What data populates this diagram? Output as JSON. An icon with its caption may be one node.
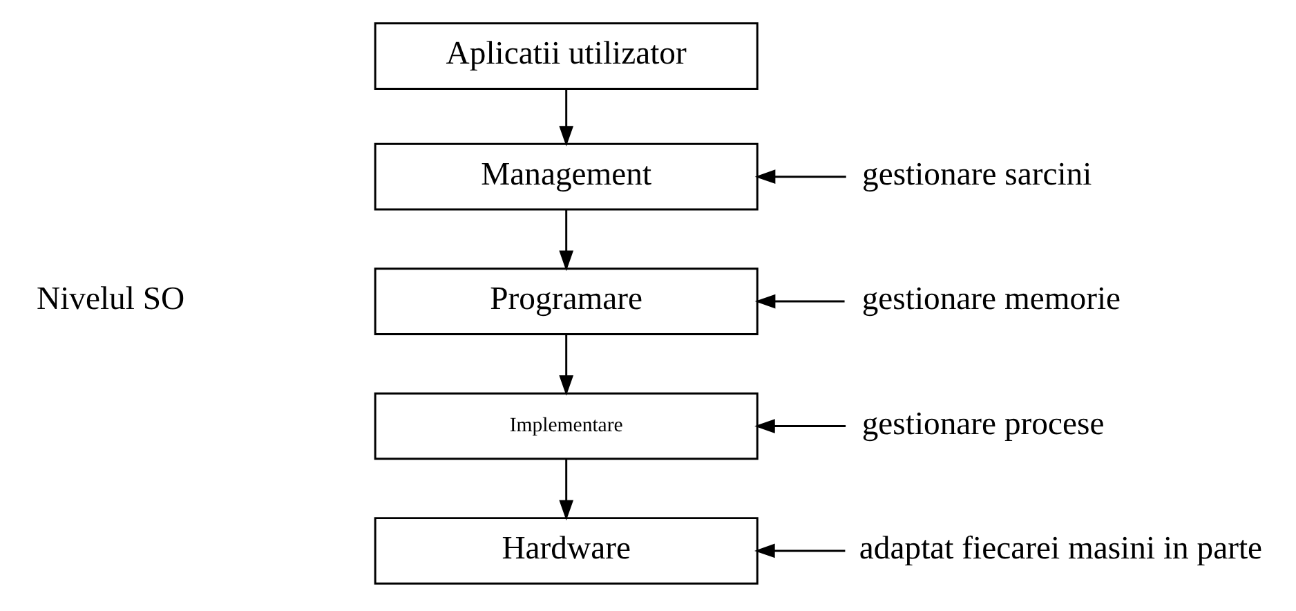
{
  "diagram": {
    "nodes": [
      {
        "text": [
          "Aplicatii utilizator"
        ]
      },
      {
        "text": [
          "Management"
        ]
      },
      {
        "text": [
          "Programare"
        ]
      },
      {
        "text": [
          "Implementare"
        ]
      },
      {
        "text": [
          "Hardware"
        ]
      },
      {
        "text": [
          "gestionare sarcini"
        ]
      },
      {
        "text": [
          "gestionare memorie"
        ]
      },
      {
        "text": [
          "gestionare procese"
        ]
      },
      {
        "text": [
          "adaptat fiecarei masini in parte"
        ]
      }
    ],
    "edges": [
      {
        "from": 0,
        "to": 1,
        "arrow": "to"
      },
      {
        "from": 1,
        "to": 2,
        "arrow": "to"
      },
      {
        "from": 2,
        "to": 3,
        "arrow": "to"
      },
      {
        "from": 3,
        "to": 4,
        "arrow": "to"
      },
      {
        "from": 5,
        "to": 1,
        "arrow": "to"
      },
      {
        "from": 6,
        "to": 2,
        "arrow": "to"
      },
      {
        "from": 7,
        "to": 3,
        "arrow": "to"
      },
      {
        "from": 8,
        "to": 4,
        "arrow": "to"
      }
    ],
    "labels": [
      "Nivelul SO"
    ]
  }
}
